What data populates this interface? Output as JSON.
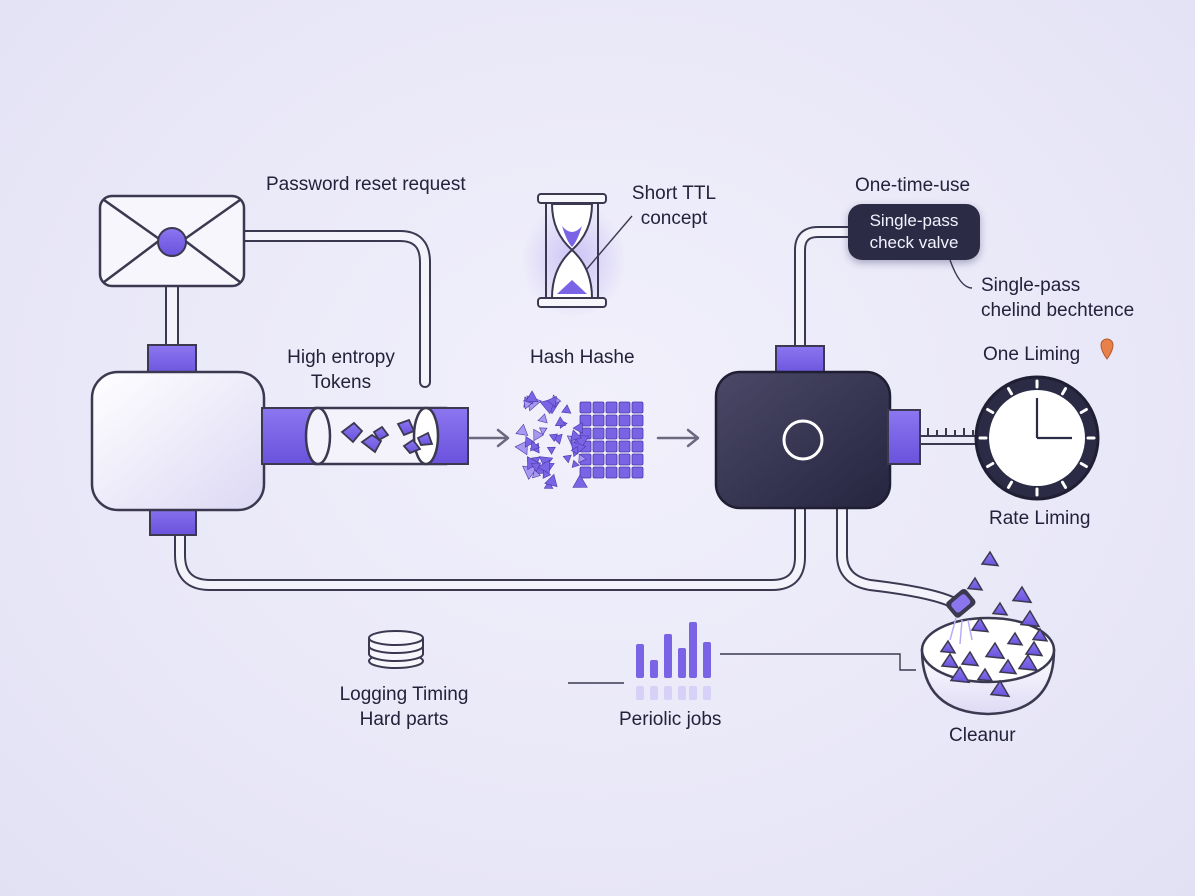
{
  "labels": {
    "password_reset_request": "Password reset request",
    "short_ttl_line1": "Short TTL",
    "short_ttl_line2": "concept",
    "one_time_use": "One-time-use",
    "check_valve_line1": "Single-pass",
    "check_valve_line2": "check valve",
    "single_pass_line1": "Single-pass",
    "single_pass_line2": "chelind bechtence",
    "high_entropy_line1": "High entropy",
    "high_entropy_line2": "Tokens",
    "hash": "Hash Hashe",
    "one_liming": "One Liming",
    "rate_liming": "Rate Liming",
    "logging_line1": "Logging Timing",
    "logging_line2": "Hard parts",
    "periodic_jobs": "Periolic jobs",
    "cleanup": "Cleanur"
  },
  "colors": {
    "background": "#ecebf9",
    "accent": "#7b63e6",
    "accent_dark": "#5a45c8",
    "dark_box": "#2c2b45",
    "line": "#3a3950",
    "pin": "#e8804a"
  },
  "icons": [
    "envelope-icon",
    "hourglass-icon",
    "database-icon",
    "bar-chart-icon",
    "timer-dial-icon",
    "location-pin-icon",
    "bowl-icon",
    "valve-ring-icon"
  ]
}
